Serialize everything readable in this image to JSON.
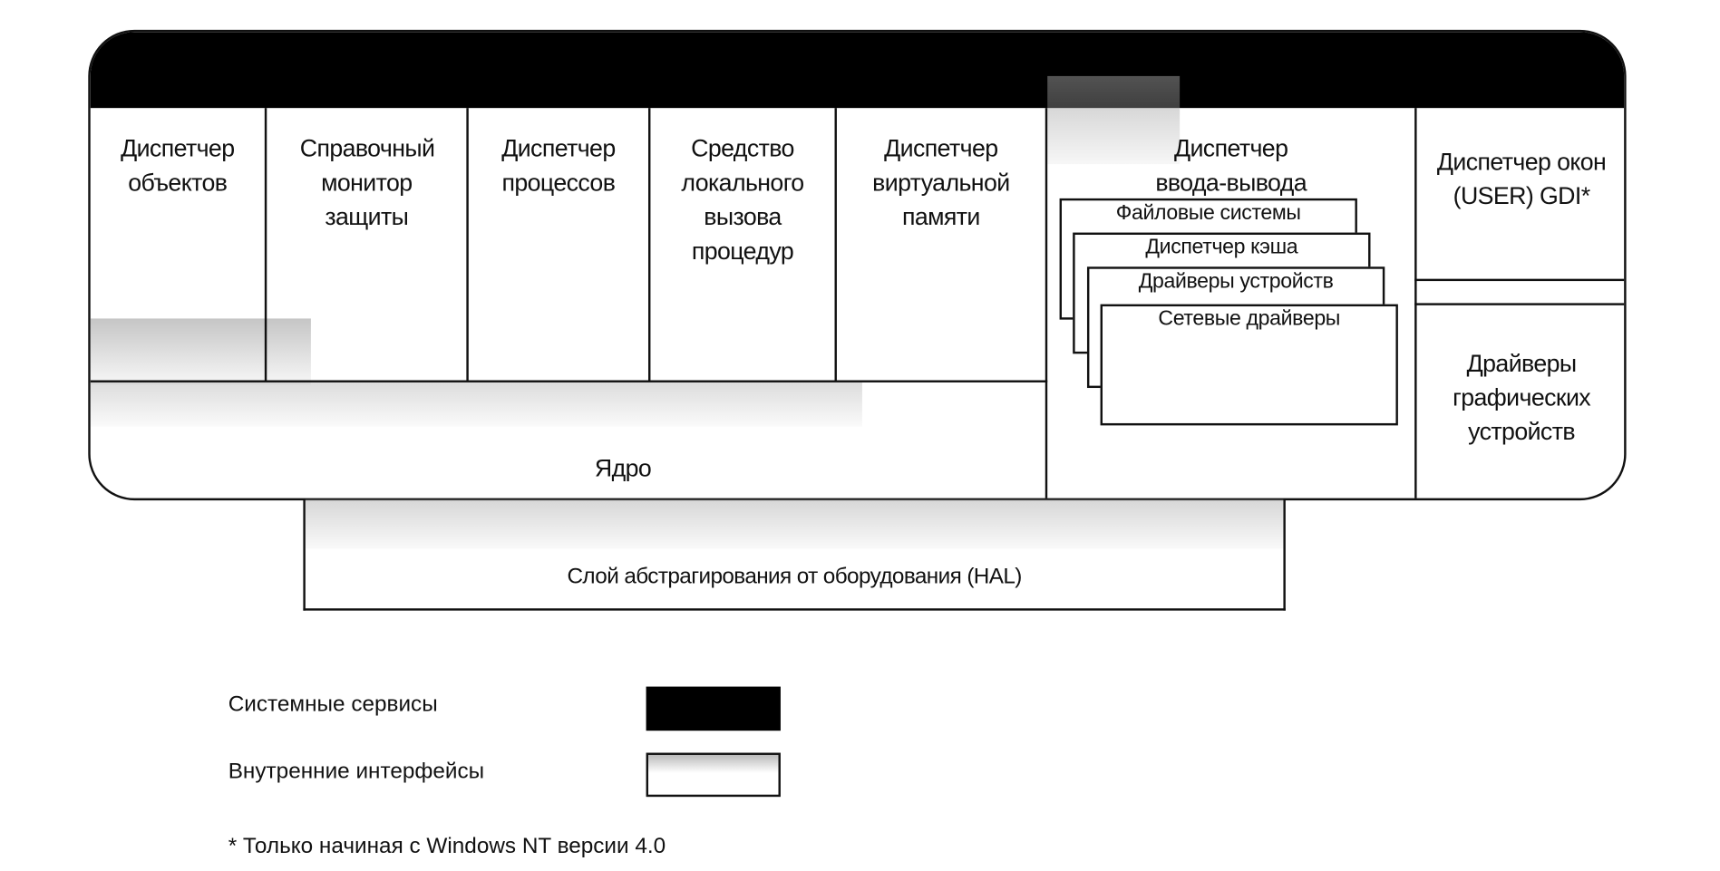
{
  "columns": [
    {
      "label": "Диспетчер объектов"
    },
    {
      "label": "Справочный монитор защиты"
    },
    {
      "label": "Диспетчер процессов"
    },
    {
      "label": "Средство локального вызова процедур"
    },
    {
      "label": "Диспетчер виртуальной памяти"
    },
    {
      "label": "Диспетчер ввода-вывода"
    },
    {
      "label": "Диспетчер окон (USER) GDI*"
    }
  ],
  "io_stack": [
    "Файловые системы",
    "Диспетчер кэша",
    "Драйверы устройств",
    "Сетевые драйверы"
  ],
  "graphics_drivers": "Драйверы графических устройств",
  "kernel": "Ядро",
  "hal": "Слой абстрагирования от оборудования (HAL)",
  "legend": {
    "system_services": "Системные сервисы",
    "internal_interfaces": "Внутренние интерфейсы"
  },
  "footnote": "* Только начиная с Windows NT версии 4.0",
  "colors": {
    "system_services": "#000000",
    "internal_interfaces": "#bbbbbb"
  }
}
